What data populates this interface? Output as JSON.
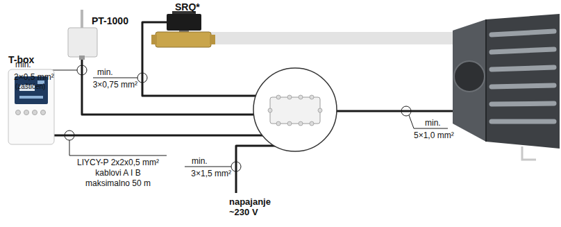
{
  "diagram": {
    "nodes": [
      {
        "text": [
          "PT-1000"
        ]
      },
      {
        "text": [
          "SRQ*"
        ]
      },
      {
        "text": [
          "T-box"
        ]
      }
    ],
    "labels": [
      "min.",
      "2×0,5 mm²",
      "(zaštićen)",
      "min.",
      "3×0,75 mm²",
      "min.",
      "5×1,0 mm²",
      "LIYCY-P 2x2x0,5 mm²",
      "kablovi A I B",
      "maksimalno 50 m",
      "min.",
      "3×1,5 mm²",
      "napajanje ~230 V"
    ]
  }
}
